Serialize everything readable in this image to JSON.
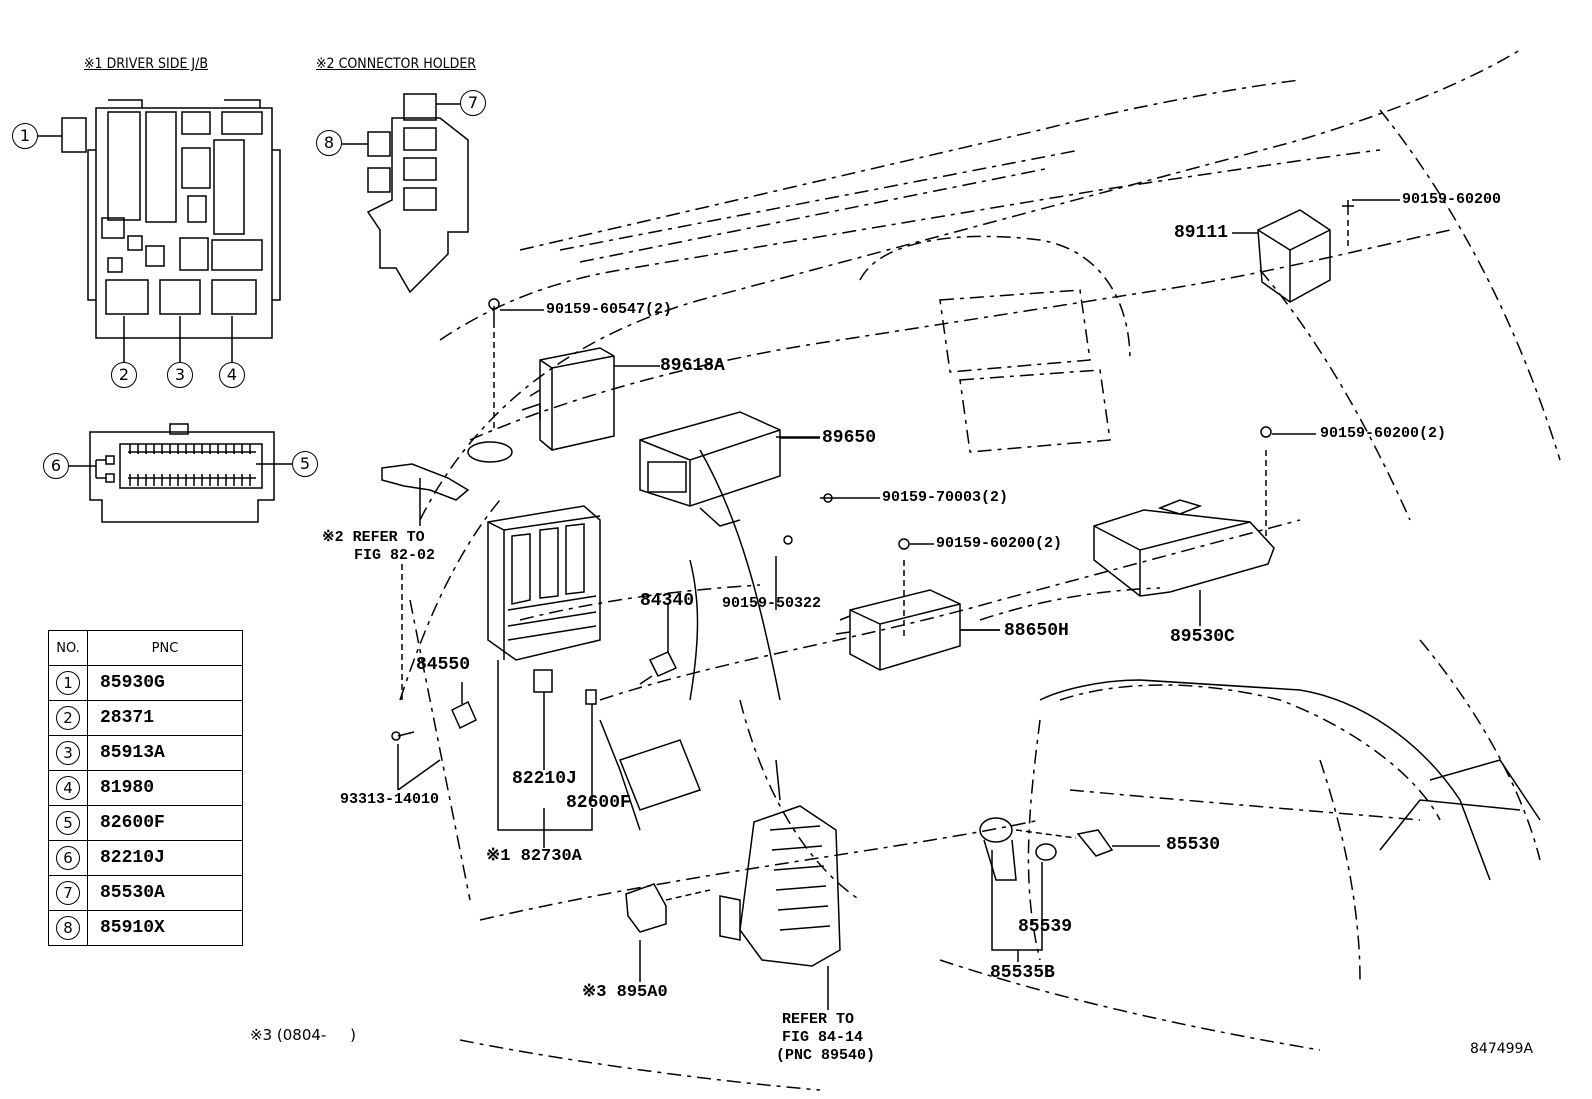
{
  "headers": {
    "driver_side_jb": "※1 DRIVER SIDE J/B",
    "connector_holder": "※2 CONNECTOR HOLDER"
  },
  "callouts": {
    "c1": "1",
    "c2": "2",
    "c3": "3",
    "c4": "4",
    "c5": "5",
    "c6": "6",
    "c7": "7",
    "c8": "8"
  },
  "table": {
    "head_no": "NO.",
    "head_pnc": "PNC",
    "rows": [
      {
        "no": "1",
        "pnc": "85930G"
      },
      {
        "no": "2",
        "pnc": "28371"
      },
      {
        "no": "3",
        "pnc": "85913A"
      },
      {
        "no": "4",
        "pnc": "81980"
      },
      {
        "no": "5",
        "pnc": "82600F"
      },
      {
        "no": "6",
        "pnc": "82210J"
      },
      {
        "no": "7",
        "pnc": "85530A"
      },
      {
        "no": "8",
        "pnc": "85910X"
      }
    ]
  },
  "parts": {
    "p89111": "89111",
    "b90159_60200_top": "90159-60200",
    "b90159_60547": "90159-60547(2)",
    "p89618A": "89618A",
    "p89650": "89650",
    "b90159_60200_2_right": "90159-60200(2)",
    "b90159_70003": "90159-70003(2)",
    "b90159_60200_2_mid": "90159-60200(2)",
    "refer_82_a": "※2 REFER TO",
    "refer_82_b": "FIG 82-02",
    "p84340": "84340",
    "b90159_50322": "90159-50322",
    "p88650H": "88650H",
    "p89530C": "89530C",
    "p84550": "84550",
    "p82210J": "82210J",
    "p82600F": "82600F",
    "b93313_14010": "93313-14010",
    "p82730A": "※1 82730A",
    "p85530": "85530",
    "p85539": "85539",
    "p85535B": "85535B",
    "p895A0": "※3 895A0",
    "refer_84_a": "REFER TO",
    "refer_84_b": "FIG 84-14",
    "refer_84_c": "(PNC 89540)",
    "note3": "※3 (0804-     )",
    "drawing_no": "847499A"
  }
}
